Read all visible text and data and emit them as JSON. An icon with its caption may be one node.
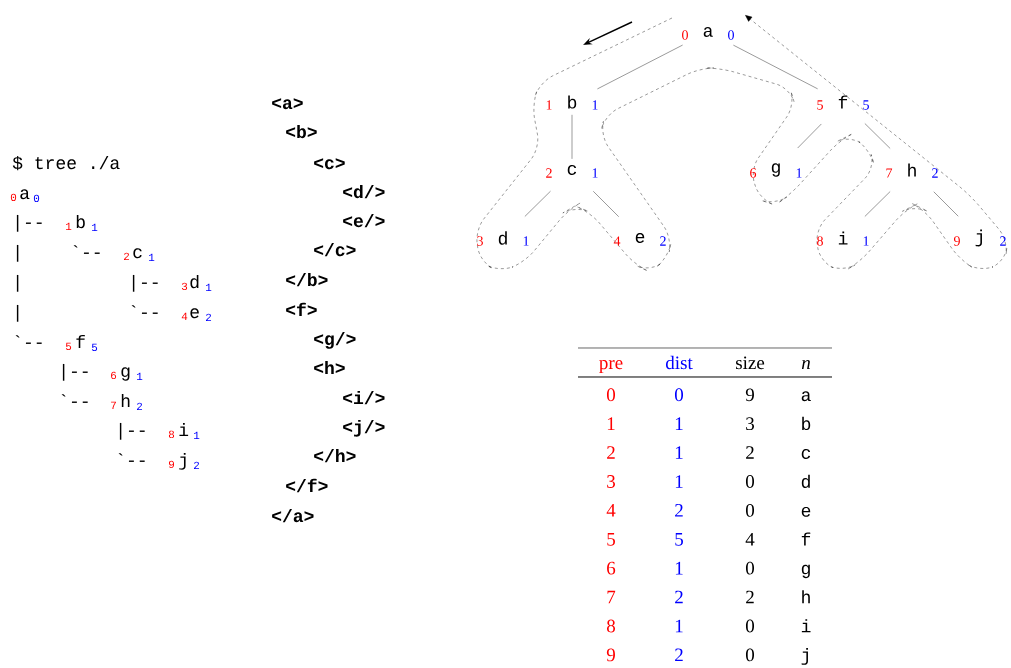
{
  "diagram": {
    "nodes": [
      {
        "text": [
          "a"
        ],
        "beside": [
          "0",
          "0"
        ]
      },
      {
        "text": [
          "b"
        ],
        "beside": [
          "1",
          "1"
        ]
      },
      {
        "text": [
          "c"
        ],
        "beside": [
          "2",
          "1"
        ]
      },
      {
        "text": [
          "d"
        ],
        "beside": [
          "3",
          "1"
        ]
      },
      {
        "text": [
          "e"
        ],
        "beside": [
          "4",
          "2"
        ]
      },
      {
        "text": [
          "f"
        ],
        "beside": [
          "5",
          "5"
        ]
      },
      {
        "text": [
          "g"
        ],
        "beside": [
          "6",
          "1"
        ]
      },
      {
        "text": [
          "h"
        ],
        "beside": [
          "7",
          "2"
        ]
      },
      {
        "text": [
          "i"
        ],
        "beside": [
          "8",
          "1"
        ]
      },
      {
        "text": [
          "j"
        ],
        "beside": [
          "9",
          "2"
        ]
      }
    ],
    "edges": [
      {
        "from": 0,
        "to": 1,
        "arrow": "none"
      },
      {
        "from": 1,
        "to": 2,
        "arrow": "none"
      },
      {
        "from": 2,
        "to": 3,
        "arrow": "none"
      },
      {
        "from": 2,
        "to": 4,
        "arrow": "none"
      },
      {
        "from": 0,
        "to": 5,
        "arrow": "none"
      },
      {
        "from": 5,
        "to": 6,
        "arrow": "none"
      },
      {
        "from": 5,
        "to": 7,
        "arrow": "none"
      },
      {
        "from": 7,
        "to": 8,
        "arrow": "none"
      },
      {
        "from": 7,
        "to": 9,
        "arrow": "none"
      }
    ],
    "labels": [
      "$ tree ./a",
      "0",
      "a",
      "0",
      "|--",
      "1",
      "b",
      "1",
      "|",
      "`--",
      "2",
      "c",
      "1",
      "|",
      "|--",
      "3",
      "d",
      "1",
      "|",
      "`--",
      "4",
      "e",
      "2",
      "`--",
      "5",
      "f",
      "5",
      "|--",
      "6",
      "g",
      "1",
      "`--",
      "7",
      "h",
      "2",
      "|--",
      "8",
      "i",
      "1",
      "`--",
      "9",
      "j",
      "2",
      "<a>",
      "<b>",
      "<c>",
      "<d/>",
      "<e/>",
      "</c>",
      "</b>",
      "<f>",
      "<g/>",
      "<h>",
      "<i/>",
      "<j/>",
      "</h>",
      "</f>",
      "</a>",
      "pre",
      "dist",
      "size",
      "n",
      "0",
      "0",
      "9",
      "a",
      "1",
      "1",
      "3",
      "b",
      "2",
      "1",
      "2",
      "c",
      "3",
      "1",
      "0",
      "d",
      "4",
      "2",
      "0",
      "e",
      "5",
      "5",
      "4",
      "f",
      "6",
      "1",
      "0",
      "g",
      "7",
      "2",
      "2",
      "h",
      "8",
      "1",
      "0",
      "i",
      "9",
      "2",
      "0",
      "j"
    ]
  }
}
